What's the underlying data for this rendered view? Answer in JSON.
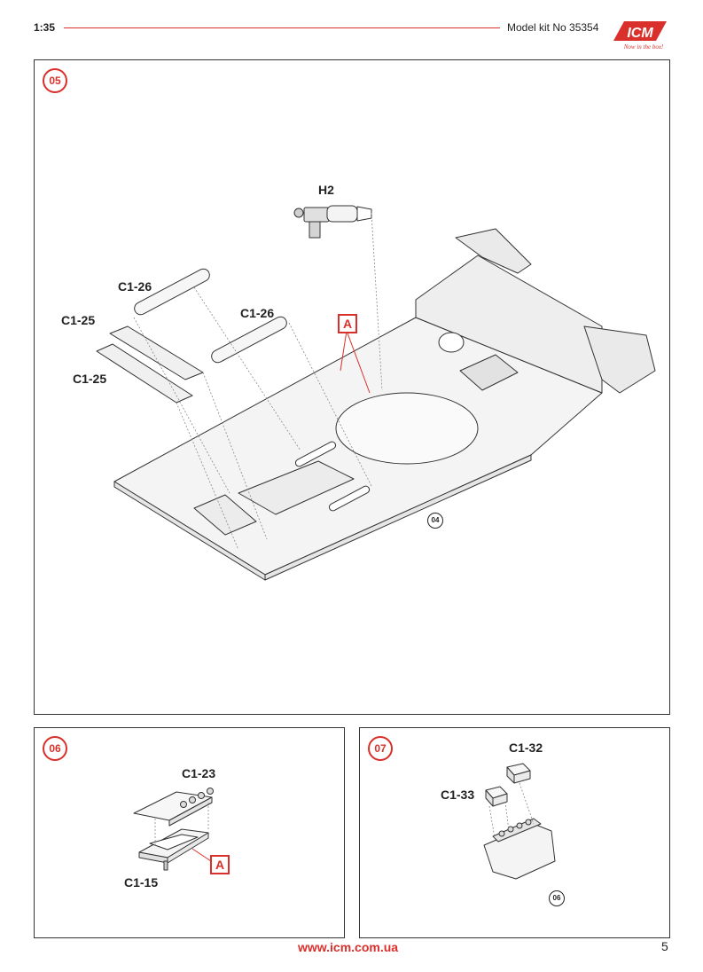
{
  "header": {
    "scale": "1:35",
    "kit": "Model kit No 35354",
    "logo_text": "ICM",
    "logo_tagline": "Now in the box!"
  },
  "colors": {
    "accent": "#d9302b",
    "line": "#333333",
    "part_fill": "#f2f2f2"
  },
  "steps": [
    {
      "number": "05",
      "marker": "A",
      "reference": "04",
      "parts": [
        "H2",
        "C1-26",
        "C1-25",
        "C1-26",
        "C1-25"
      ]
    },
    {
      "number": "06",
      "marker": "A",
      "parts": [
        "C1-23",
        "C1-15"
      ]
    },
    {
      "number": "07",
      "reference": "06",
      "parts": [
        "C1-32",
        "C1-33"
      ]
    }
  ],
  "footer": {
    "url": "www.icm.com.ua",
    "page": "5"
  }
}
